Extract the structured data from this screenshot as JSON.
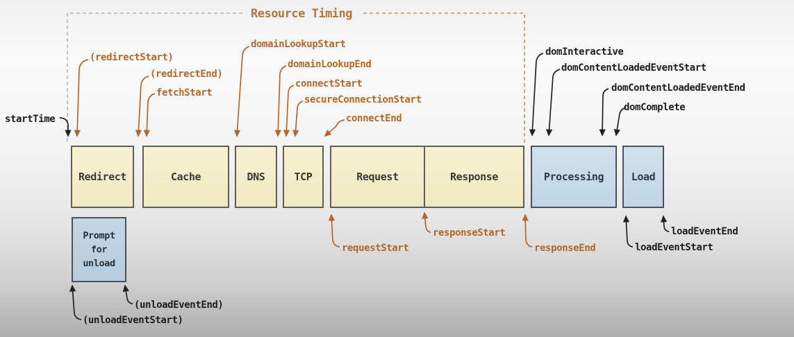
{
  "title": "Resource Timing",
  "colors": {
    "event_label_orange": "#b2682a",
    "event_label_black": "#1d1d1d",
    "title_orange": "#b0773e",
    "phase_box_cream": "#f2ecc8",
    "phase_box_blue": "#c9dcec",
    "bracket_dash_gray": "#b3b3b3",
    "bracket_dash_tan": "#c4914f"
  },
  "phases": {
    "redirect": "Redirect",
    "cache": "Cache",
    "dns": "DNS",
    "tcp": "TCP",
    "request": "Request",
    "response": "Response",
    "processing": "Processing",
    "load": "Load",
    "unload_prompt": "Prompt\nfor\nunload"
  },
  "events": {
    "startTime": "startTime",
    "redirectStart": "(redirectStart)",
    "redirectEnd": "(redirectEnd)",
    "fetchStart": "fetchStart",
    "domainLookupStart": "domainLookupStart",
    "domainLookupEnd": "domainLookupEnd",
    "connectStart": "connectStart",
    "secureConnectionStart": "secureConnectionStart",
    "connectEnd": "connectEnd",
    "requestStart": "requestStart",
    "responseStart": "responseStart",
    "responseEnd": "responseEnd",
    "domInteractive": "domInteractive",
    "domContentLoadedEventStart": "domContentLoadedEventStart",
    "domContentLoadedEventEnd": "domContentLoadedEventEnd",
    "domComplete": "domComplete",
    "loadEventStart": "loadEventStart",
    "loadEventEnd": "loadEventEnd",
    "unloadEventStart": "(unloadEventStart)",
    "unloadEventEnd": "(unloadEventEnd)"
  }
}
